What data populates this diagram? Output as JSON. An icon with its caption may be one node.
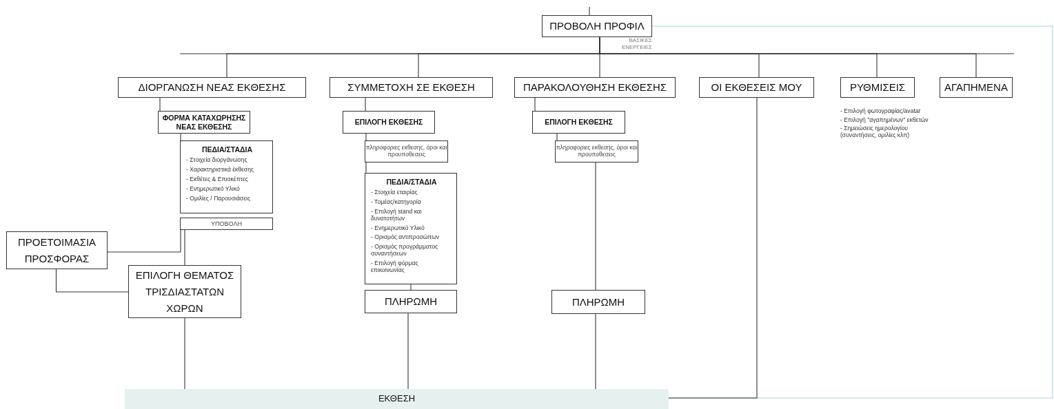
{
  "diagram": {
    "nodes": [
      {
        "text": [
          "ΠΡΟΒΟΛΗ ΠΡΟΦΙΛ"
        ],
        "beside": [
          "ΒΑΣΙΚΕΣ ΕΝΕΡΓΕΙΕΣ"
        ]
      },
      {
        "text": [
          "ΔΙΟΡΓΑΝΩΣΗ ΝΕΑΣ ΕΚΘΕΣΗΣ"
        ]
      },
      {
        "text": [
          "ΣΥΜΜΕΤΟΧΗ ΣΕ ΕΚΘΕΣΗ"
        ]
      },
      {
        "text": [
          "ΠΑΡΑΚΟΛΟΥΘΗΣΗ ΕΚΘΕΣΗΣ"
        ]
      },
      {
        "text": [
          "ΟΙ ΕΚΘΕΣΕΙΣ ΜΟΥ"
        ]
      },
      {
        "text": [
          "ΡΥΘΜΙΣΕΙΣ"
        ],
        "beside": [
          "- Επιλογή φωτογραφίας/avatar",
          "- Επιλογή \"αγαπημένων\" εκθετών",
          "- Σημειώσεις ημερολογίου (συναντήσεις, ομιλίες κλπ)"
        ]
      },
      {
        "text": [
          "ΑΓΑΠΗΜΕΝΑ"
        ]
      },
      {
        "text": [
          "ΦΟΡΜΑ ΚΑΤΑΧΩΡΗΣΗΣ ΝΕΑΣ ΕΚΘΕΣΗΣ"
        ]
      },
      {
        "text": [
          "ΠΕΔΙΑ/ΣΤΑΔΙΑ",
          "- Στοιχεία διοργάνωσης",
          "- Χαρακτηριστικά έκθεσης",
          "- Εκθέτες & Επισκέπτες",
          "- Ενημερωτικό Υλικό",
          "- Ομιλίες / Παρουσιάσεις"
        ]
      },
      {
        "text": [
          "ΥΠΟΒΟΛΗ"
        ]
      },
      {
        "text": [
          "ΠΡΟΕΤΟΙΜΑΣΙΑ ΠΡΟΣΦΟΡΑΣ"
        ]
      },
      {
        "text": [
          "ΕΠΙΛΟΓΗ ΘΕΜΑΤΟΣ ΤΡΙΣΔΙΑΣΤΑΤΩΝ ΧΩΡΩΝ"
        ]
      },
      {
        "text": [
          "ΕΠΙΛΟΓΗ ΕΚΘΕΣΗΣ"
        ]
      },
      {
        "text": [
          "πληροφοριες εκθεσης, όροι και προυποθεσεις"
        ]
      },
      {
        "text": [
          "ΠΕΔΙΑ/ΣΤΑΔΙΑ",
          "- Στοιχεία εταιρίας",
          "- Τομέας/κατηγορία",
          "- Επιλογή stand και δυνατοτήτων",
          "- Ενημερωτικό Υλικό",
          "- Ορισμός αντιπροσώπων",
          "- Ορισμός προγράμματος συναντήσεων",
          "- Επιλογή φόρμας επικοινωνίας"
        ]
      },
      {
        "text": [
          "ΠΛΗΡΩΜΗ"
        ]
      },
      {
        "text": [
          "ΕΠΙΛΟΓΗ ΕΚΘΕΣΗΣ"
        ]
      },
      {
        "text": [
          "πληροφοριες εκθεσης, όροι και προυποθεσεις"
        ]
      },
      {
        "text": [
          "ΠΛΗΡΩΜΗ"
        ]
      },
      {
        "text": [
          "ΕΚΘΕΣΗ"
        ]
      }
    ],
    "edges": [
      {
        "from": null,
        "to": 0,
        "arrow": "none"
      },
      {
        "from": 0,
        "to": 1,
        "arrow": "none"
      },
      {
        "from": 0,
        "to": 2,
        "arrow": "none"
      },
      {
        "from": 0,
        "to": 3,
        "arrow": "none"
      },
      {
        "from": 0,
        "to": 4,
        "arrow": "none"
      },
      {
        "from": 0,
        "to": 5,
        "arrow": "none"
      },
      {
        "from": 0,
        "to": 6,
        "arrow": "none"
      },
      {
        "from": 0,
        "to": 19,
        "arrow": "none",
        "color": "#a8d8d8"
      },
      {
        "from": 1,
        "to": 7,
        "arrow": "none"
      },
      {
        "from": 7,
        "to": 8,
        "arrow": "none"
      },
      {
        "from": 9,
        "to": 10,
        "arrow": "none"
      },
      {
        "from": 9,
        "to": 11,
        "arrow": "none"
      },
      {
        "from": 10,
        "to": 11,
        "arrow": "none"
      },
      {
        "from": 11,
        "to": 19,
        "arrow": "none"
      },
      {
        "from": 2,
        "to": 12,
        "arrow": "none"
      },
      {
        "from": 12,
        "to": 13,
        "arrow": "none"
      },
      {
        "from": 13,
        "to": 14,
        "arrow": "none"
      },
      {
        "from": 14,
        "to": 15,
        "arrow": "none"
      },
      {
        "from": 15,
        "to": 19,
        "arrow": "none"
      },
      {
        "from": 3,
        "to": 16,
        "arrow": "none"
      },
      {
        "from": 16,
        "to": 17,
        "arrow": "none"
      },
      {
        "from": 17,
        "to": 18,
        "arrow": "none"
      },
      {
        "from": 18,
        "to": 19,
        "arrow": "none"
      },
      {
        "from": 4,
        "to": 19,
        "arrow": "none"
      }
    ]
  }
}
